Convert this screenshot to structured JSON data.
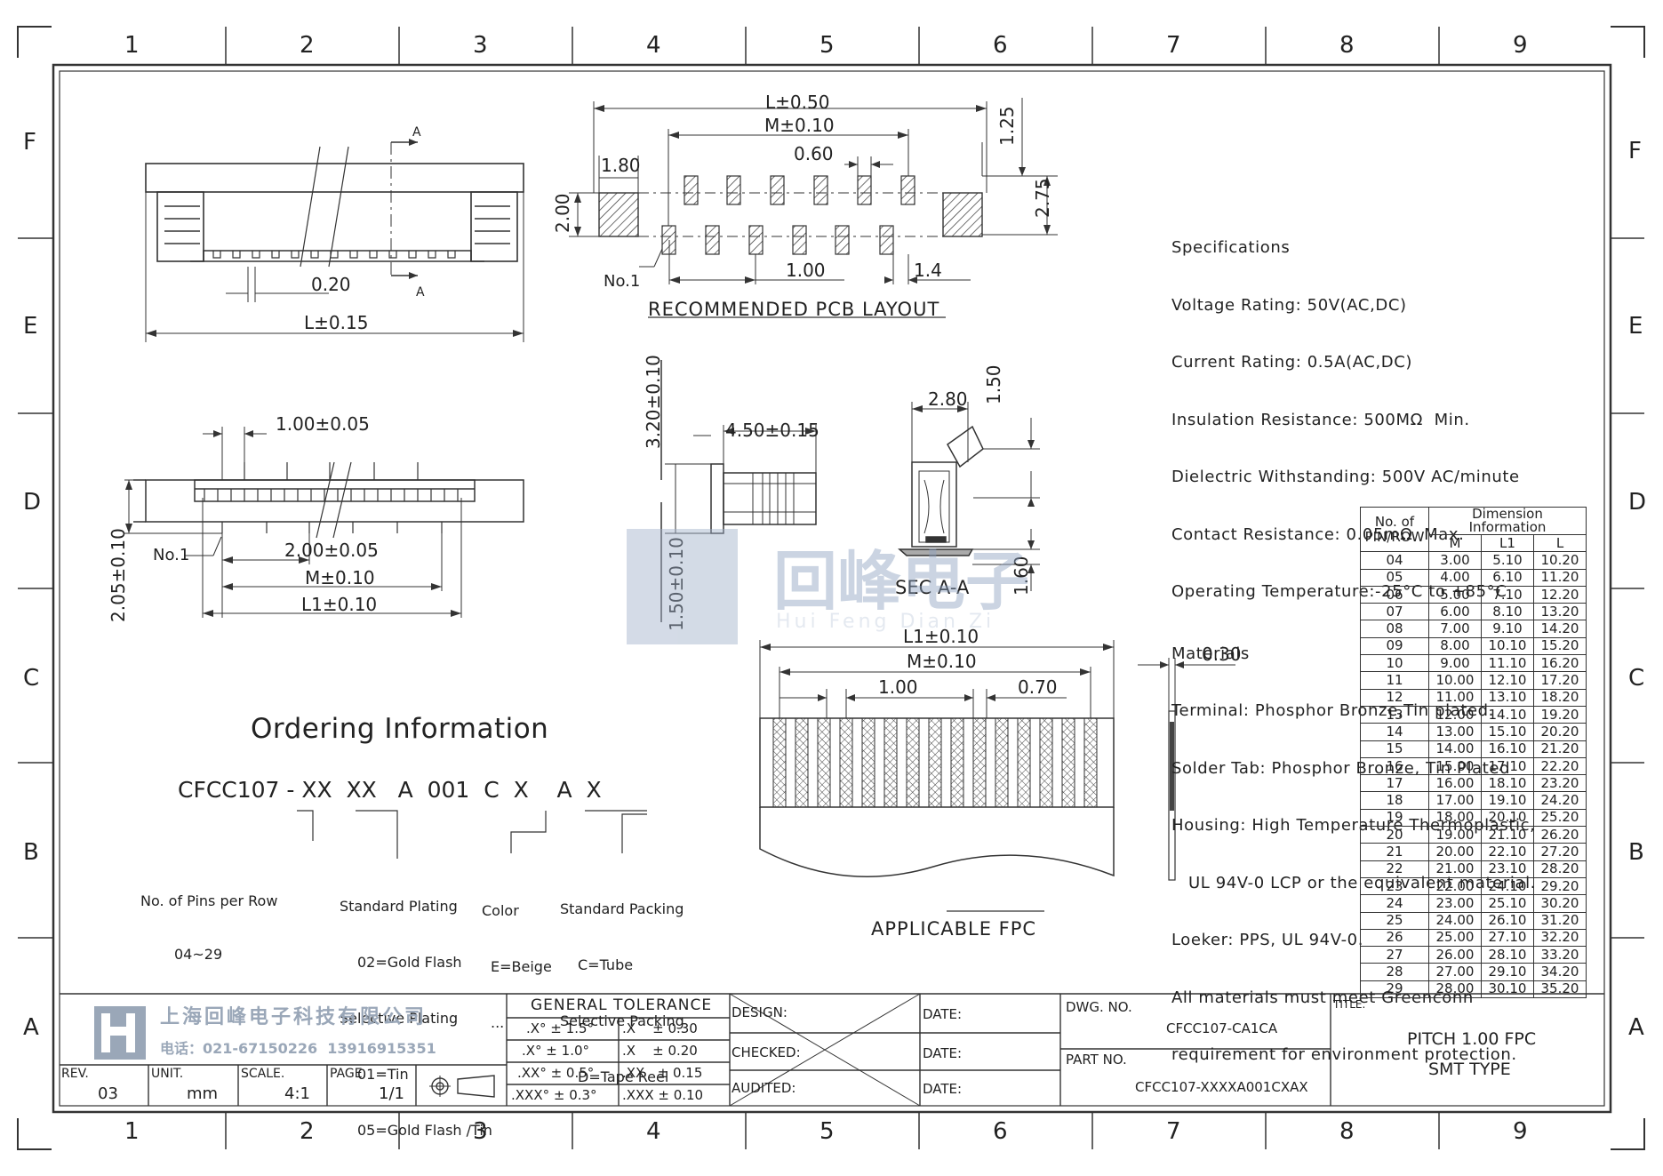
{
  "grid": {
    "columns": [
      "1",
      "2",
      "3",
      "4",
      "5",
      "6",
      "7",
      "8",
      "9"
    ],
    "rows": [
      "F",
      "E",
      "D",
      "C",
      "B",
      "A"
    ]
  },
  "watermark": {
    "text": "回峰电子",
    "sub": "Hui Feng Dian Zi"
  },
  "top_view": {
    "pitch": "0.20",
    "length": "L±0.15",
    "section_label": "A"
  },
  "pcb_layout": {
    "title": "RECOMMENDED PCB LAYOUT",
    "dims": [
      "L±0.50",
      "M±0.10",
      "0.60",
      "1.80",
      "2.00",
      "2.75",
      "1.25",
      "1.00",
      "1.4"
    ],
    "pin1": "No.1"
  },
  "front_view": {
    "dims": [
      "1.00±0.05",
      "2.00±0.05",
      "M±0.10",
      "L1±0.10",
      "2.05±0.10"
    ],
    "pin1": "No.1"
  },
  "side_view": {
    "dims": [
      "3.20±0.10",
      "4.50±0.15",
      "1.50±0.10"
    ]
  },
  "section_view": {
    "dims": [
      "2.80",
      "1.50",
      "1.60"
    ],
    "label": "SEC A-A"
  },
  "applicable_fpc": {
    "title": "APPLICABLE FPC",
    "dims": [
      "L1±0.10",
      "M±0.10",
      "1.00",
      "0.70",
      "0.30"
    ]
  },
  "specifications": [
    "Specifications",
    "Voltage Rating: 50V(AC,DC)",
    "Current Rating: 0.5A(AC,DC)",
    "Insulation Resistance: 500MΩ  Min.",
    "Dielectric Withstanding: 500V AC/minute",
    "Contact Resistance: 0.05mΩ  Max.",
    "Operating Temperature:-25°C to +85°C",
    "Materials",
    "Terminal: Phosphor Bronze,Tin plated.",
    "Solder Tab: Phosphor Bronze, Tin Plated",
    "Housing: High Temperature Thermoplastic,",
    "   UL 94V-0 LCP or the equivalent material.",
    "Loeker: PPS, UL 94V-0.",
    "All materials must meet Greenconn",
    "requirement for environment protection."
  ],
  "dimension_table": {
    "header_left": [
      "No. of",
      "PIN/ROW"
    ],
    "header_group": "Dimension Information",
    "columns": [
      "M",
      "L1",
      "L"
    ],
    "rows": [
      [
        "04",
        "3.00",
        "5.10",
        "10.20"
      ],
      [
        "05",
        "4.00",
        "6.10",
        "11.20"
      ],
      [
        "06",
        "5.00",
        "7.10",
        "12.20"
      ],
      [
        "07",
        "6.00",
        "8.10",
        "13.20"
      ],
      [
        "08",
        "7.00",
        "9.10",
        "14.20"
      ],
      [
        "09",
        "8.00",
        "10.10",
        "15.20"
      ],
      [
        "10",
        "9.00",
        "11.10",
        "16.20"
      ],
      [
        "11",
        "10.00",
        "12.10",
        "17.20"
      ],
      [
        "12",
        "11.00",
        "13.10",
        "18.20"
      ],
      [
        "13",
        "12.00",
        "14.10",
        "19.20"
      ],
      [
        "14",
        "13.00",
        "15.10",
        "20.20"
      ],
      [
        "15",
        "14.00",
        "16.10",
        "21.20"
      ],
      [
        "16",
        "15.00",
        "17.10",
        "22.20"
      ],
      [
        "17",
        "16.00",
        "18.10",
        "23.20"
      ],
      [
        "18",
        "17.00",
        "19.10",
        "24.20"
      ],
      [
        "19",
        "18.00",
        "20.10",
        "25.20"
      ],
      [
        "20",
        "19.00",
        "21.10",
        "26.20"
      ],
      [
        "21",
        "20.00",
        "22.10",
        "27.20"
      ],
      [
        "22",
        "21.00",
        "23.10",
        "28.20"
      ],
      [
        "23",
        "22.00",
        "24.10",
        "29.20"
      ],
      [
        "24",
        "23.00",
        "25.10",
        "30.20"
      ],
      [
        "25",
        "24.00",
        "26.10",
        "31.20"
      ],
      [
        "26",
        "25.00",
        "27.10",
        "32.20"
      ],
      [
        "27",
        "26.00",
        "28.10",
        "33.20"
      ],
      [
        "28",
        "27.00",
        "29.10",
        "34.20"
      ],
      [
        "29",
        "28.00",
        "30.10",
        "35.20"
      ]
    ]
  },
  "ordering": {
    "title": "Ordering Information",
    "code": "CFCC107 - XX  XX   A  001  C  X    A  X",
    "pins": [
      "No. of Pins per Row",
      "04~29"
    ],
    "plating": [
      "Standard Plating",
      "02=Gold Flash",
      "Selective Plating",
      "01=Tin",
      "05=Gold Flash /Tin"
    ],
    "color": [
      "Color",
      "E=Beige",
      "..."
    ],
    "packing": [
      "Standard Packing",
      "C=Tube",
      "Selective Packing",
      "D=Tape Reel"
    ]
  },
  "title_block": {
    "company": "上海回峰电子科技有限公司",
    "phone": "电话：021-67150226  13916915351",
    "rev_label": "REV.",
    "rev": "03",
    "unit_label": "UNIT.",
    "unit": "mm",
    "scale_label": "SCALE.",
    "scale": "4:1",
    "page_label": "PAGE.",
    "page": "1/1",
    "tolerance_title": "GENERAL TOLERANCE",
    "tolerance_rows": [
      [
        ".X° ± 1.5°",
        ".X    ± 0.30"
      ],
      [
        ".X° ± 1.0°",
        ".X    ± 0.20"
      ],
      [
        ".XX° ± 0.5°",
        ".XX   ± 0.15"
      ],
      [
        ".XXX° ± 0.3°",
        ".XXX ± 0.10"
      ]
    ],
    "design_label": "DESIGN:",
    "checked_label": "CHECKED:",
    "audited_label": "AUDITED:",
    "date_label": "DATE:",
    "dwg_no_label": "DWG. NO.",
    "dwg_no": "CFCC107-CA1CA",
    "part_no_label": "PART NO.",
    "part_no": "CFCC107-XXXXA001CXAX",
    "title_label": "TITLE.",
    "title_line1": "PITCH 1.00 FPC",
    "title_line2": "SMT TYPE"
  }
}
